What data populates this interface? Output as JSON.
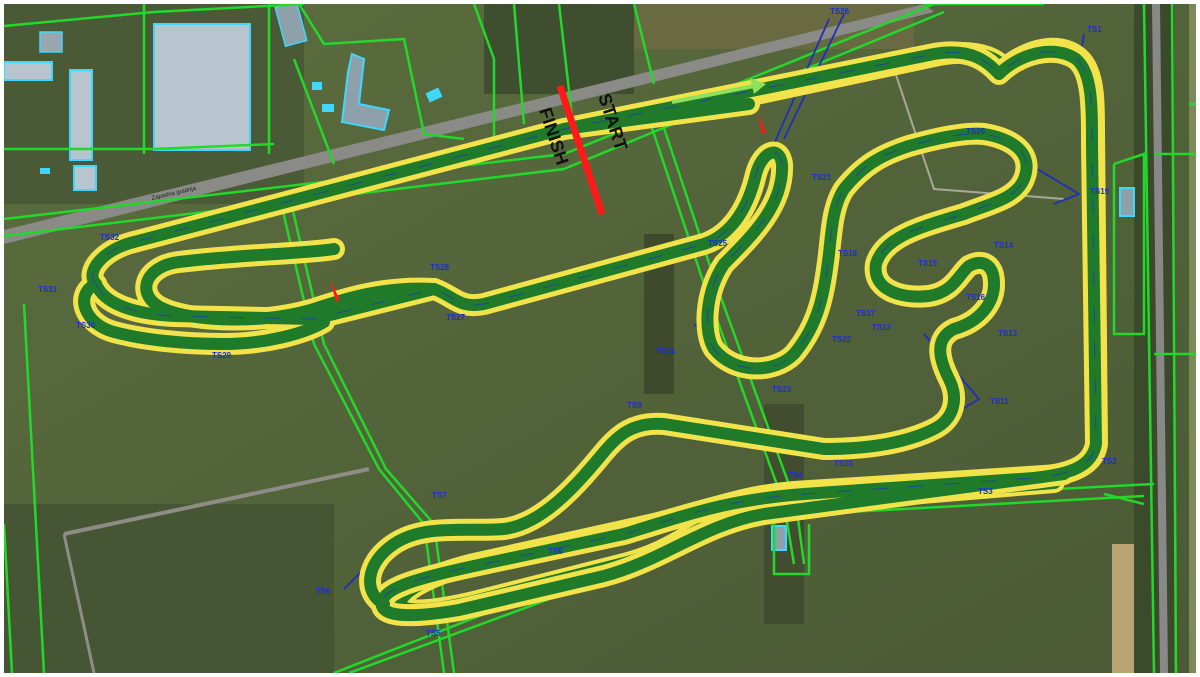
{
  "labels": {
    "start": "START",
    "finish": "FINISH",
    "road": "Zapadna gradnja"
  },
  "colors": {
    "terrain": "#56663a",
    "track_core": "#1f7a2a",
    "track_edge": "#f2e34a",
    "cadastre": "#22d82a",
    "building_outline": "#3fd7ff",
    "marker": "#ff1a1a",
    "arrow": "#8fe05a",
    "sector_text": "#1d2fd0"
  },
  "sectors": {
    "ts1": "TS1",
    "ts2": "TS2",
    "ts3": "TS3",
    "ts4": "TS4",
    "ts5": "TS5",
    "ts6": "TS6",
    "ts7": "TS7",
    "ts8": "TS8",
    "ts9": "TS9",
    "ts10": "TS10",
    "ts11": "TS11",
    "ts12": "TS12",
    "ts13": "TS13",
    "ts14": "TS14",
    "ts15": "TS15",
    "ts16": "TS16",
    "ts17": "TS17",
    "ts18": "TS18",
    "ts19": "TS19",
    "ts20": "TS20",
    "ts21": "TS21",
    "ts22": "TS22",
    "ts23": "TS23",
    "ts24": "TS24",
    "ts25": "TS25",
    "ts26": "TS26",
    "ts27": "TS27",
    "ts28": "TS28",
    "ts29": "TS29",
    "ts30": "TS30",
    "ts31": "TS31",
    "ts32": "TS32"
  },
  "icons": [
    "direction-arrow-icon",
    "start-finish-line-icon",
    "marker-flag-icon"
  ]
}
